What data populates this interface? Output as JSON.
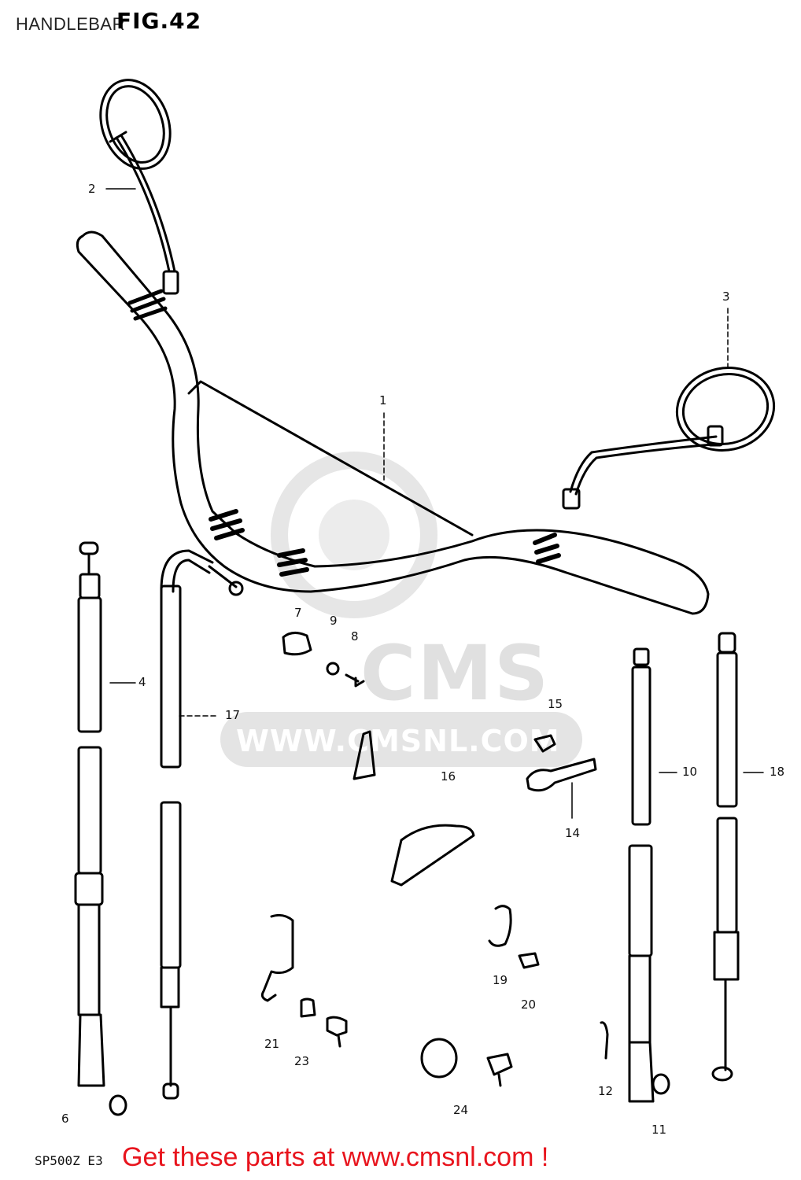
{
  "header": {
    "section_title": "HANDLEBAR",
    "figure_title": "FIG.42"
  },
  "watermark": {
    "brand": "CMS",
    "url": "WWW.CMSNL.COM"
  },
  "footer": {
    "diagram_code": "SP500Z E3",
    "banner_text": "Get these parts at www.cmsnl.com !",
    "banner_color": "#e8141d"
  },
  "callouts": [
    {
      "id": "1",
      "label": "1"
    },
    {
      "id": "2",
      "label": "2"
    },
    {
      "id": "3",
      "label": "3"
    },
    {
      "id": "4",
      "label": "4"
    },
    {
      "id": "6",
      "label": "6"
    },
    {
      "id": "7",
      "label": "7"
    },
    {
      "id": "8",
      "label": "8"
    },
    {
      "id": "9",
      "label": "9"
    },
    {
      "id": "10",
      "label": "10"
    },
    {
      "id": "11",
      "label": "11"
    },
    {
      "id": "12",
      "label": "12"
    },
    {
      "id": "14",
      "label": "14"
    },
    {
      "id": "15",
      "label": "15"
    },
    {
      "id": "16",
      "label": "16"
    },
    {
      "id": "17",
      "label": "17"
    },
    {
      "id": "18",
      "label": "18"
    },
    {
      "id": "19",
      "label": "19"
    },
    {
      "id": "20",
      "label": "20"
    },
    {
      "id": "21",
      "label": "21"
    },
    {
      "id": "23",
      "label": "23"
    },
    {
      "id": "24",
      "label": "24"
    }
  ]
}
